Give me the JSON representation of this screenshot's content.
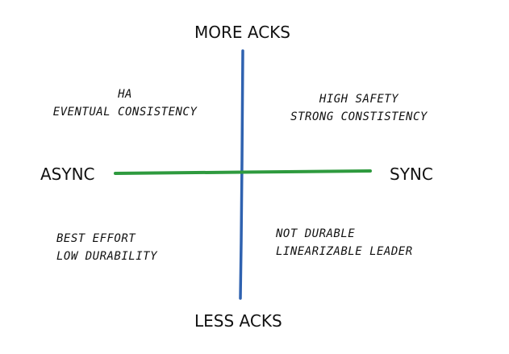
{
  "axes": {
    "top": "MORE ACKS",
    "bottom": "LESS ACKS",
    "left": "ASYNC",
    "right": "SYNC"
  },
  "quadrants": {
    "top_left": [
      "HA",
      "EVENTUAL CONSISTENCY"
    ],
    "top_right": [
      "HIGH SAFETY",
      "STRONG CONSTISTENCY"
    ],
    "bottom_left": [
      "BEST EFFORT",
      "LOW DURABILITY"
    ],
    "bottom_right": [
      "NOT DURABLE",
      "LINEARIZABLE LEADER"
    ]
  },
  "colors": {
    "vertical_axis": "#2f62b0",
    "horizontal_axis": "#2e9a3e",
    "text": "#111111"
  }
}
